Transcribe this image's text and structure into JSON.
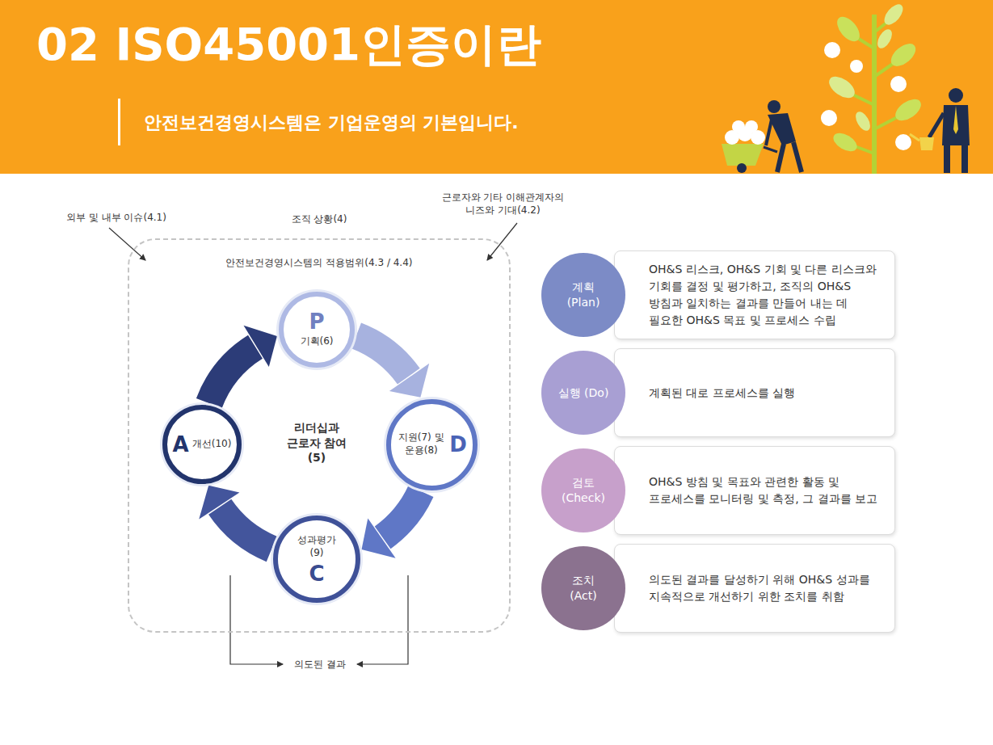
{
  "diagram": {
    "title": "02 ISO45001인증이란",
    "nodes": [
      {
        "text": [
          "조직 상황(4)",
          "안전보건경영시스템의 적용범위(4.3 / 4.4)"
        ]
      },
      {
        "text": [
          "P",
          "기획(6)"
        ],
        "in": 0
      },
      {
        "text": [
          "지원(7) 및 운용(8)",
          "D"
        ],
        "in": 0
      },
      {
        "text": [
          "성과평가(9)",
          "C"
        ],
        "in": 0
      },
      {
        "text": [
          "A",
          "개선(10)"
        ],
        "in": 0
      },
      {
        "text": [
          "계획 (Plan)"
        ]
      },
      {
        "text": [
          "OH&S 리스크, OH&S 기회 및 다른 리스크와 기회를 결정 및 평가하고, 조직의 OH&S 방침과 일치하는 결과를 만들어 내는 데 필요한 OH&S 목표 및 프로세스 수립"
        ]
      },
      {
        "text": [
          "실행 (Do)"
        ]
      },
      {
        "text": [
          "계획된 대로 프로세스를 실행"
        ]
      },
      {
        "text": [
          "검토 (Check)"
        ]
      },
      {
        "text": [
          "OH&S 방침 및 목표와 관련한 활동 및 프로세스를 모니터링 및 측정, 그 결과를 보고"
        ]
      },
      {
        "text": [
          "조치 (Act)"
        ]
      },
      {
        "text": [
          "의도된 결과를 달성하기 위해 OH&S 성과를 지속적으로 개선하기 위한 조치를 취함"
        ]
      }
    ],
    "edges": [
      {
        "from": 1,
        "to": 2,
        "arrow": "to"
      },
      {
        "from": 2,
        "to": 3,
        "arrow": "to"
      },
      {
        "from": 3,
        "to": 4,
        "arrow": "to"
      },
      {
        "from": 4,
        "to": 1,
        "arrow": "to"
      }
    ],
    "labels": [
      "안전보건경영시스템은 기업운영의 기본입니다.",
      "외부 및 내부 이슈(4.1)",
      "근로자와 기타 이해관계자의 니즈와 기대(4.2)",
      "리더십과 근로자 참여 (5)",
      "의도된 결과"
    ]
  }
}
